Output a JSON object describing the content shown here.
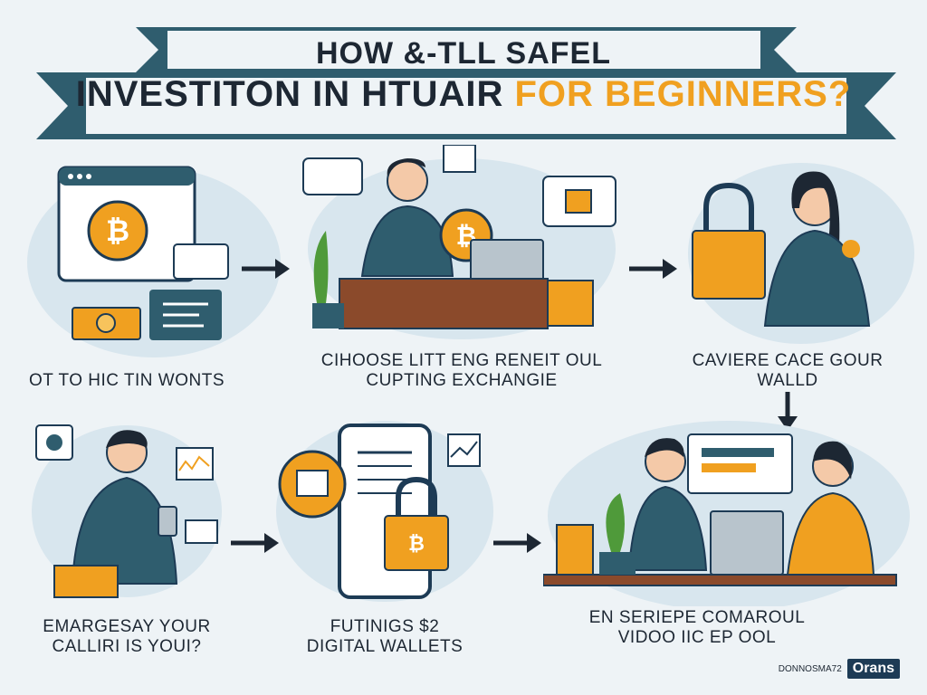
{
  "title": {
    "line1": "HOW &-TLL SAFEL",
    "line2_main": "INVESTITON IN HTUAIR",
    "line2_highlight": "FOR BEGINNERS?"
  },
  "steps": [
    {
      "caption_lines": [
        "OT TO HIC TIN WONTS"
      ]
    },
    {
      "caption_lines": [
        "CIHOOSE LITT ENG RENEIT OUL",
        "CUPTING EXCHANGIE"
      ]
    },
    {
      "caption_lines": [
        "CAVIERE CACE GOUR",
        "WALLD"
      ]
    },
    {
      "caption_lines": [
        "EMARGESAY YOUR",
        "CALLIRI IS YOUI?"
      ]
    },
    {
      "caption_lines": [
        "FUTINIGS $2",
        "DIGITAL WALLETS"
      ]
    },
    {
      "caption_lines": [
        "EN SERIEPE COMAROUL",
        "VIDOO IIC EP OOL"
      ]
    }
  ],
  "coin_symbol": "₿",
  "footer": {
    "small_text": "DONNOSMA72",
    "logo_text": "Orans"
  },
  "colors": {
    "navy": "#1d3b55",
    "orange": "#f0a020",
    "teal": "#2f5d6e",
    "background": "#eef3f6",
    "blob": "#d8e6ee"
  }
}
